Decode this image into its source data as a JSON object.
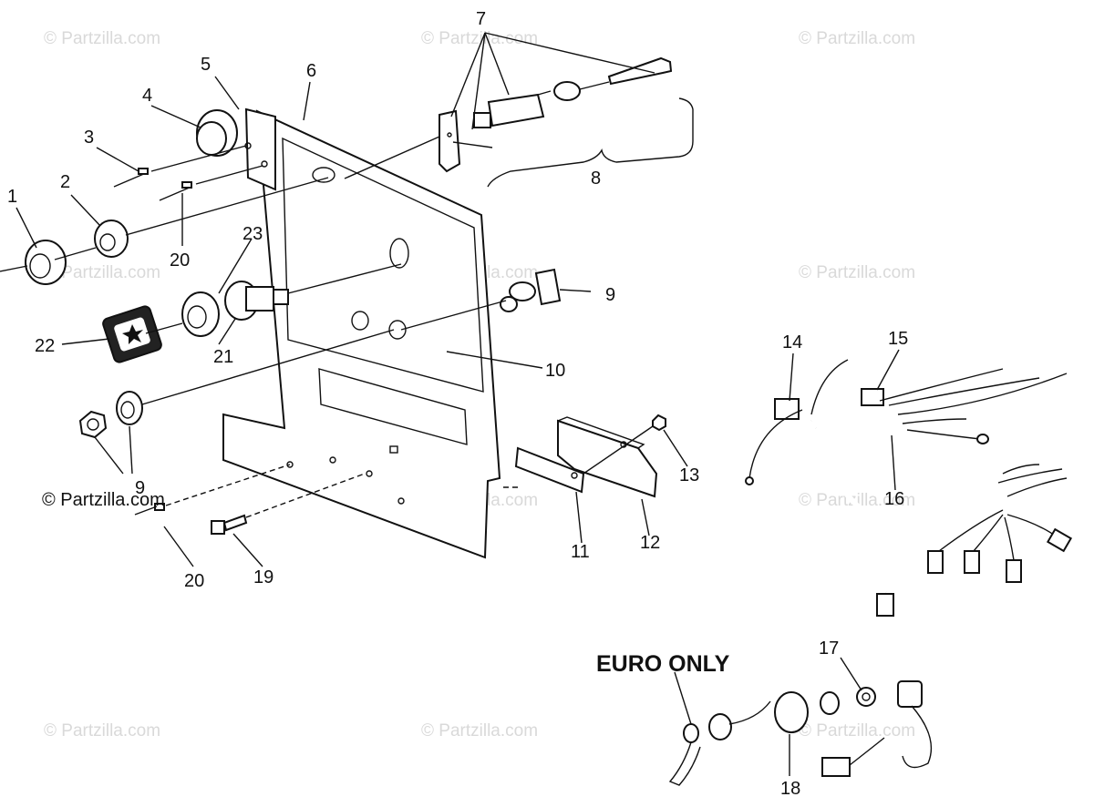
{
  "watermark": "© Partzilla.com",
  "copyright": "© Partzilla.com",
  "euro_label": "EURO ONLY",
  "callouts": {
    "c1": "1",
    "c2": "2",
    "c3": "3",
    "c4": "4",
    "c5": "5",
    "c6": "6",
    "c7": "7",
    "c8": "8",
    "c9a": "9",
    "c9b": "9",
    "c10": "10",
    "c11": "11",
    "c12": "12",
    "c13": "13",
    "c14": "14",
    "c15": "15",
    "c16": "16",
    "c17": "17",
    "c18": "18",
    "c19": "19",
    "c20a": "20",
    "c20b": "20",
    "c21": "21",
    "c22": "22",
    "c23": "23"
  }
}
